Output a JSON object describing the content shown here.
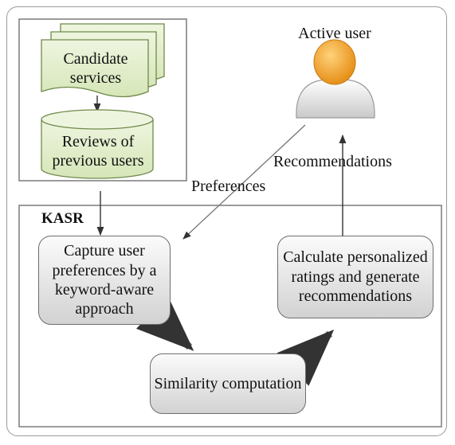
{
  "active_user_label": "Active user",
  "candidate_services": "Candidate services",
  "reviews": "Reviews of previous users",
  "preferences_label": "Preferences",
  "recommendations_label": "Recommendations",
  "kasr_label": "KASR",
  "capture_box": "Capture user preferences by a keyword-aware approach",
  "calculate_box": "Calculate personalized ratings and generate recommendations",
  "similarity_box": "Similarity computation",
  "colors": {
    "doc_fill": "#e4efcf",
    "doc_stroke": "#6f8a4a",
    "user_head": "#f0a030",
    "box_fill": "#d9d9d9"
  }
}
